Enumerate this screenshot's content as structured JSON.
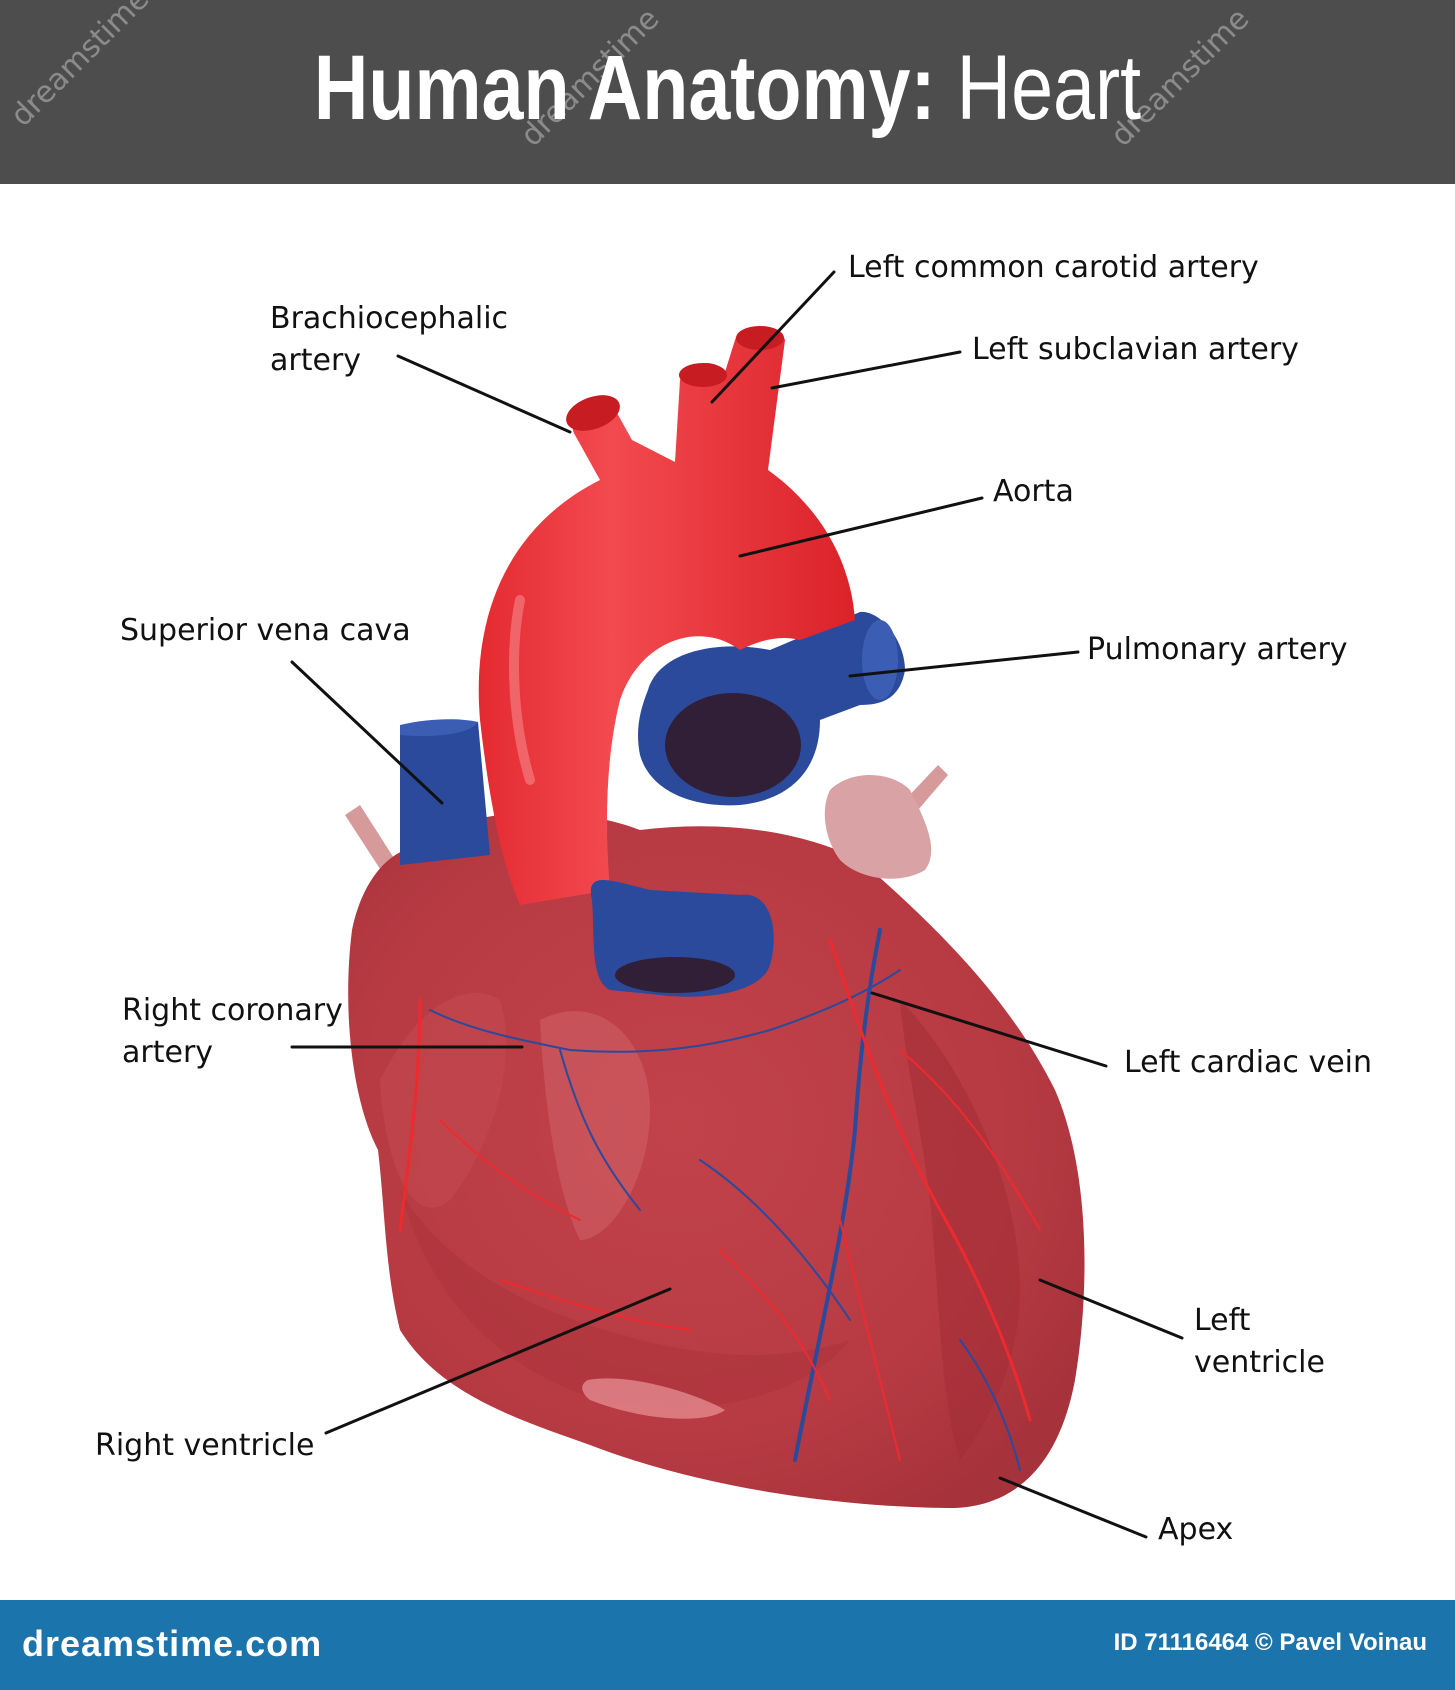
{
  "header": {
    "title_bold": "Human Anatomy:",
    "title_light": " Heart"
  },
  "labels": {
    "left_common_carotid_artery": "Left common carotid artery",
    "brachiocephalic_line1": "Brachiocephalic",
    "brachiocephalic_line2": "artery",
    "left_subclavian_artery": "Left subclavian artery",
    "aorta": "Aorta",
    "superior_vena_cava": "Superior vena cava",
    "pulmonary_artery": "Pulmonary artery",
    "right_coronary_line1": "Right coronary",
    "right_coronary_line2": "artery",
    "left_cardiac_vein": "Left cardiac vein",
    "left_ventricle_line1": "Left",
    "left_ventricle_line2": "ventricle",
    "right_ventricle": "Right ventricle",
    "apex": "Apex"
  },
  "watermark": "dreamstime",
  "footer": {
    "site": "dreamstime.com",
    "credit": "ID 71116464 © Pavel Voinau"
  },
  "colors": {
    "header_bg": "#4d4d4d",
    "footer_bg": "#1c74ad",
    "heart_muscle": "#b93c44",
    "aorta_red": "#e0262e",
    "vein_blue": "#2b4a9b",
    "leader_line": "#111111"
  }
}
